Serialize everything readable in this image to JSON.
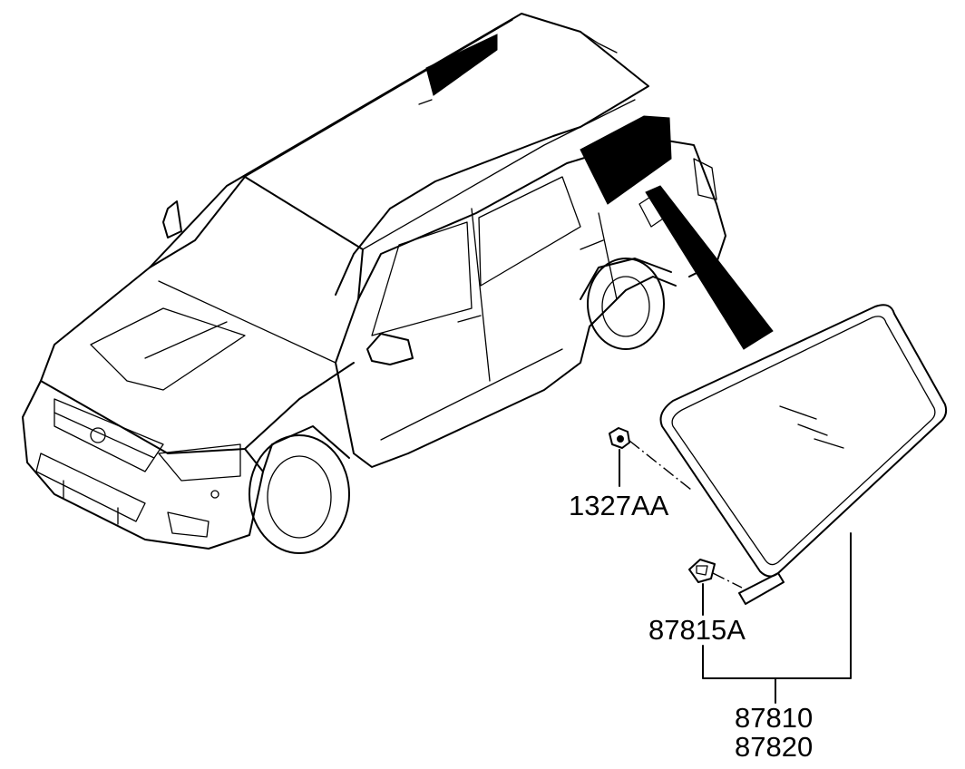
{
  "parts": [
    {
      "id": "nut",
      "number": "1327AA"
    },
    {
      "id": "clip",
      "number": "87815A"
    },
    {
      "id": "glass",
      "numbers": [
        "87810",
        "87820"
      ]
    }
  ]
}
